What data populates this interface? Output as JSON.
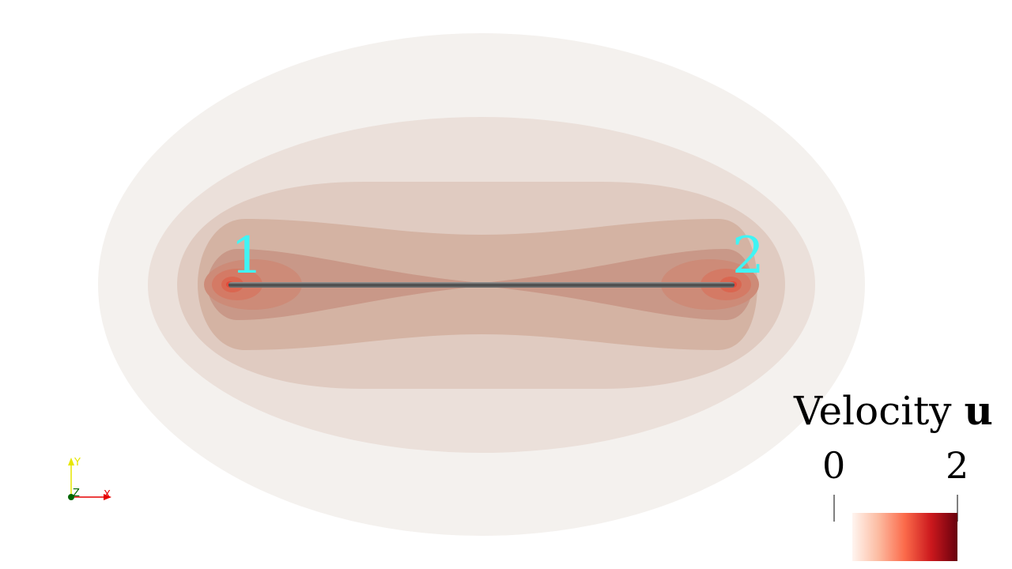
{
  "visualization": {
    "background": "#ffffff",
    "contour_colors": [
      "#f4f1ee",
      "#ebe0da",
      "#e0cbc1",
      "#d4b3a3",
      "#c99888",
      "#cd8b78",
      "#d47a65",
      "#da6650",
      "#e34a3a"
    ],
    "rod_color": "#555555",
    "endpoint_labels": [
      {
        "text": "1",
        "color": "#40f4f4"
      },
      {
        "text": "2",
        "color": "#40f4f4"
      }
    ]
  },
  "axes_triad": {
    "y_label": "Y",
    "z_label": "Z",
    "x_label": "X",
    "y_color": "#e6e600",
    "x_color": "#e60000",
    "z_color": "#006600"
  },
  "legend": {
    "title_prefix": "Velocity ",
    "title_bold": "u",
    "tick_min": "0",
    "tick_max": "2",
    "colormap": [
      "#fff5f0",
      "#fcbba1",
      "#fb6a4a",
      "#cb181d",
      "#67000d"
    ]
  }
}
